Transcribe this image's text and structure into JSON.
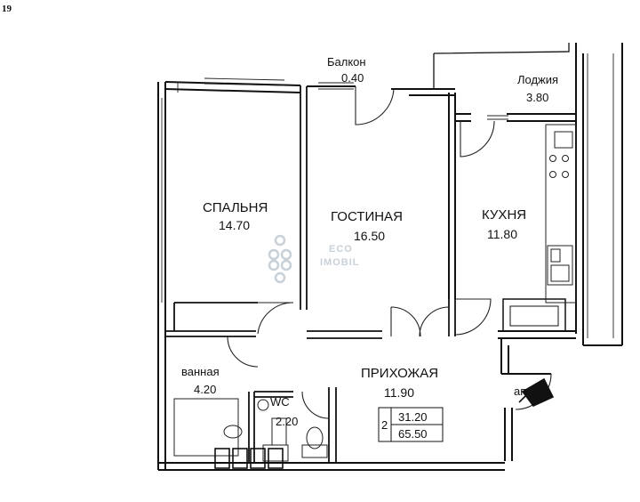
{
  "page": {
    "corner_number": "19"
  },
  "rooms": {
    "balcony": {
      "name": "Балкон",
      "area": "0.40"
    },
    "loggia": {
      "name": "Лоджия",
      "area": "3.80"
    },
    "bedroom": {
      "name": "СПАЛЬНЯ",
      "area": "14.70"
    },
    "living": {
      "name": "ГОСТИНАЯ",
      "area": "16.50"
    },
    "kitchen": {
      "name": "КУХНЯ",
      "area": "11.80"
    },
    "bath": {
      "name": "ванная",
      "area": "4.20"
    },
    "wc": {
      "name": "WC",
      "area": "2.20"
    },
    "hall": {
      "name": "ПРИХОЖАЯ",
      "area": "11.90"
    }
  },
  "summary": {
    "rooms": "2",
    "living_area": "31.20",
    "total_area": "65.50"
  },
  "entrance": {
    "label": "ап"
  },
  "watermark": {
    "line1": "ECO",
    "line2": "IMOBIL"
  }
}
